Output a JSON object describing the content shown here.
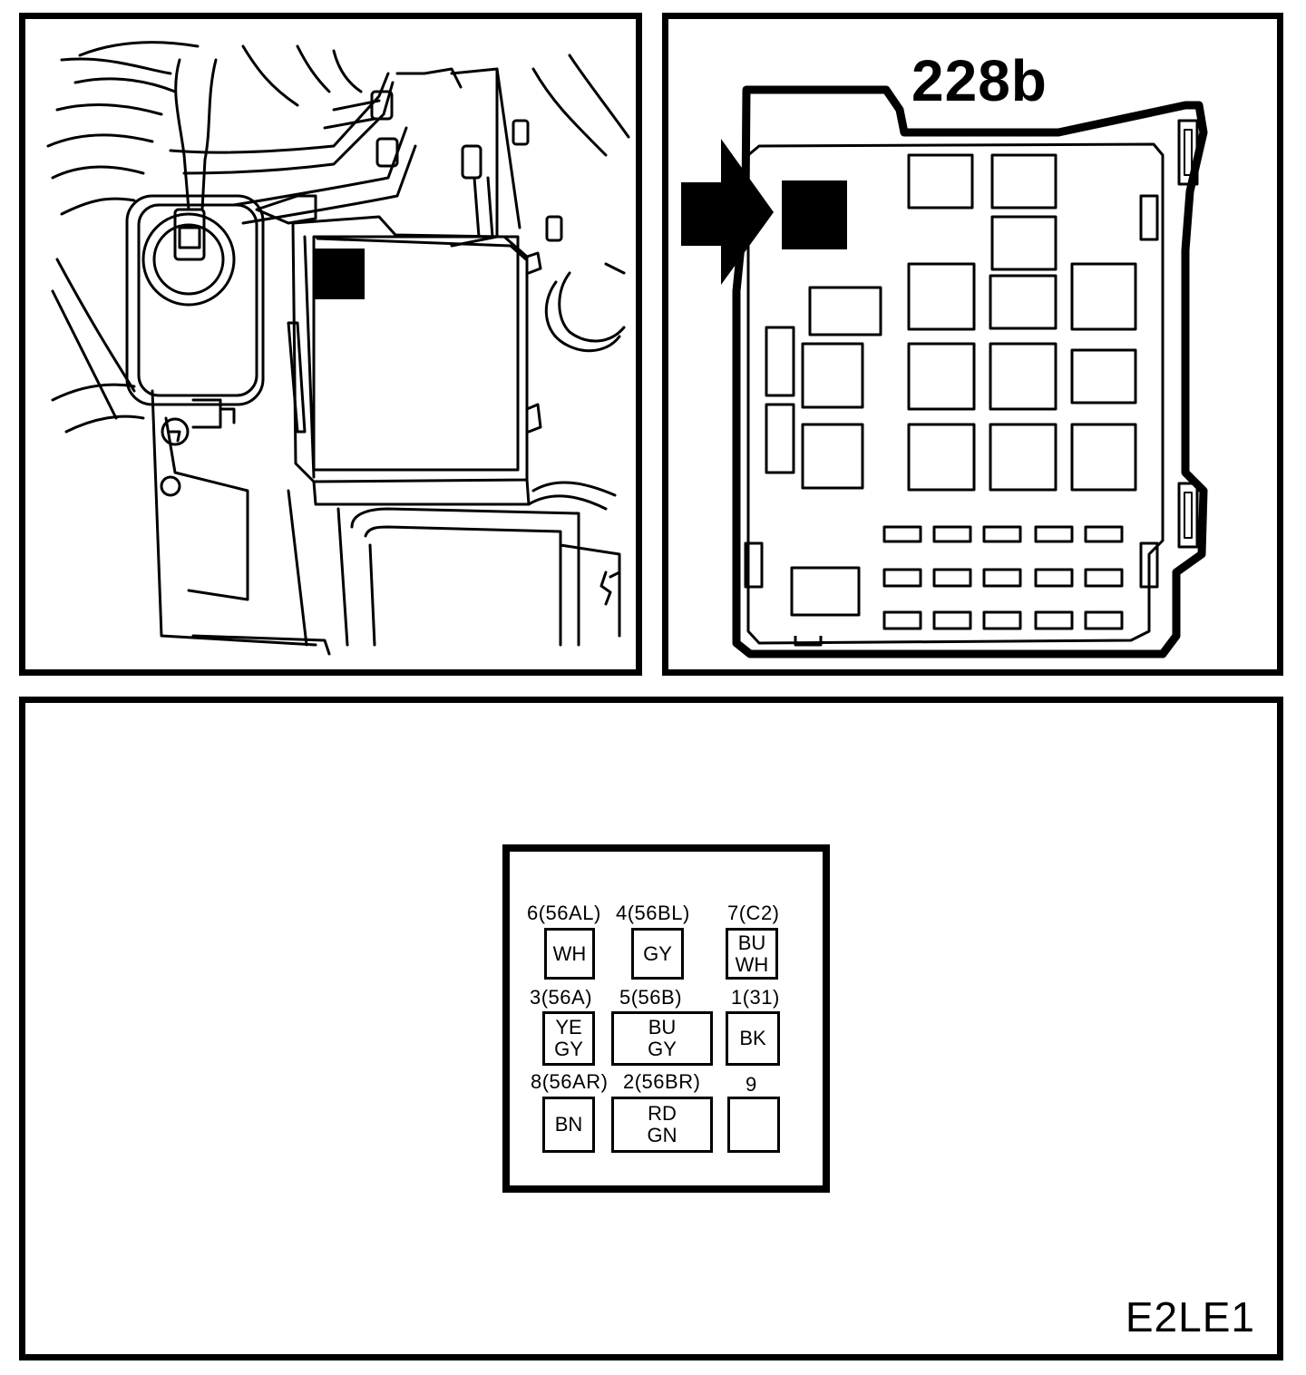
{
  "fuse_box_label": "228b",
  "reference_code": "E2LE1",
  "connector": {
    "pins": [
      {
        "id": "6",
        "label": "6(56AL)",
        "wire_colors": [
          "WH"
        ]
      },
      {
        "id": "4",
        "label": "4(56BL)",
        "wire_colors": [
          "GY"
        ]
      },
      {
        "id": "7",
        "label": "7(C2)",
        "wire_colors": [
          "BU",
          "WH"
        ]
      },
      {
        "id": "3",
        "label": "3(56A)",
        "wire_colors": [
          "YE",
          "GY"
        ]
      },
      {
        "id": "5",
        "label": "5(56B)",
        "wire_colors": [
          "BU",
          "GY"
        ]
      },
      {
        "id": "1",
        "label": "1(31)",
        "wire_colors": [
          "BK"
        ]
      },
      {
        "id": "8",
        "label": "8(56AR)",
        "wire_colors": [
          "BN"
        ]
      },
      {
        "id": "2",
        "label": "2(56BR)",
        "wire_colors": [
          "RD",
          "GN"
        ]
      },
      {
        "id": "9",
        "label": "9",
        "wire_colors": []
      }
    ]
  }
}
